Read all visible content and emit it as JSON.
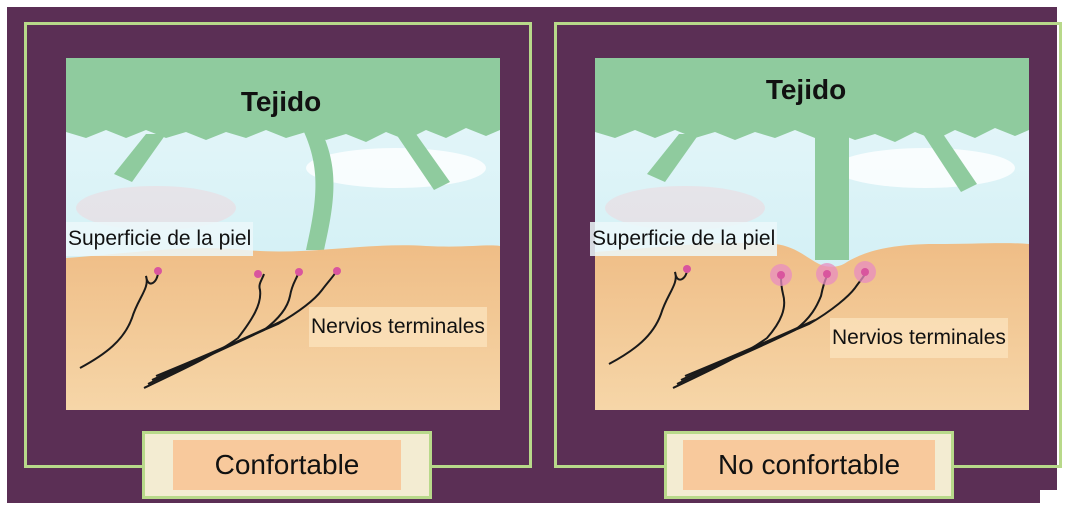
{
  "panels": [
    {
      "tissue_label": "Tejido",
      "skin_label": "Superficie de la piel",
      "nerve_label": "Nervios terminales",
      "caption": "Confortable"
    },
    {
      "tissue_label": "Tejido",
      "skin_label": "Superficie de la piel",
      "nerve_label": "Nervios terminales",
      "caption": "No confortable"
    }
  ],
  "colors": {
    "frame_background": "#5b2f55",
    "border": "#b8d98a",
    "tissue": "#8fcb9e",
    "skin": "#f0c48e",
    "nerve_ending": "#d9559e",
    "caption_box": "#f8c99c"
  }
}
